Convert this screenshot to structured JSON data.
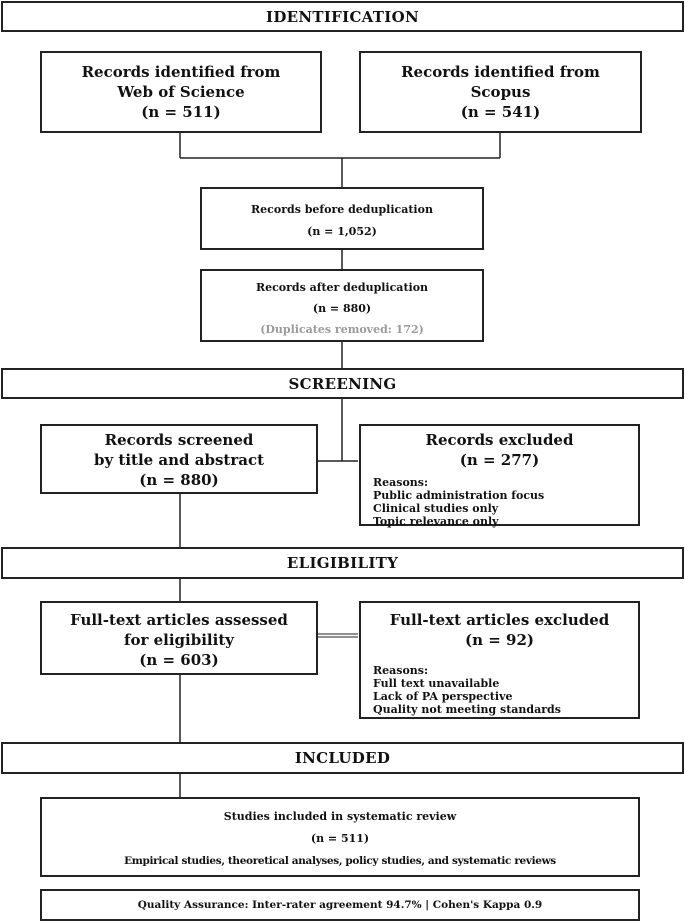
{
  "stages": {
    "identification": "IDENTIFICATION",
    "screening": "SCREENING",
    "eligibility": "ELIGIBILITY",
    "included": "INCLUDED"
  },
  "wos": {
    "line1": "Records identified from",
    "line2": "Web of Science",
    "count": "(n = 511)"
  },
  "scopus": {
    "line1": "Records identified from",
    "line2": "Scopus",
    "count": "(n = 541)"
  },
  "before_dedup": {
    "label": "Records before deduplication",
    "count": "(n = 1,052)"
  },
  "after_dedup": {
    "label": "Records after deduplication",
    "count": "(n = 880)",
    "note": "(Duplicates removed: 172)"
  },
  "screened": {
    "line1": "Records screened",
    "line2": "by title and abstract",
    "count": "(n = 880)"
  },
  "excluded_screen": {
    "title": "Records excluded",
    "count": "(n = 277)",
    "reasons_label": "Reasons:",
    "reasons": [
      "Public administration focus",
      "Clinical studies only",
      "Topic relevance only"
    ]
  },
  "fulltext": {
    "line1": "Full-text articles assessed",
    "line2": "for eligibility",
    "count": "(n = 603)"
  },
  "excluded_fulltext": {
    "title": "Full-text articles excluded",
    "count": "(n = 92)",
    "reasons_label": "Reasons:",
    "reasons": [
      "Full text unavailable",
      "Lack of PA perspective",
      "Quality not meeting standards"
    ]
  },
  "included_box": {
    "label": "Studies included in systematic review",
    "count": "(n = 511)",
    "types": "Empirical studies, theoretical analyses, policy studies, and systematic reviews"
  },
  "quality": {
    "text": "Quality Assurance: Inter-rater agreement 94.7% | Cohen's Kappa 0.9"
  }
}
